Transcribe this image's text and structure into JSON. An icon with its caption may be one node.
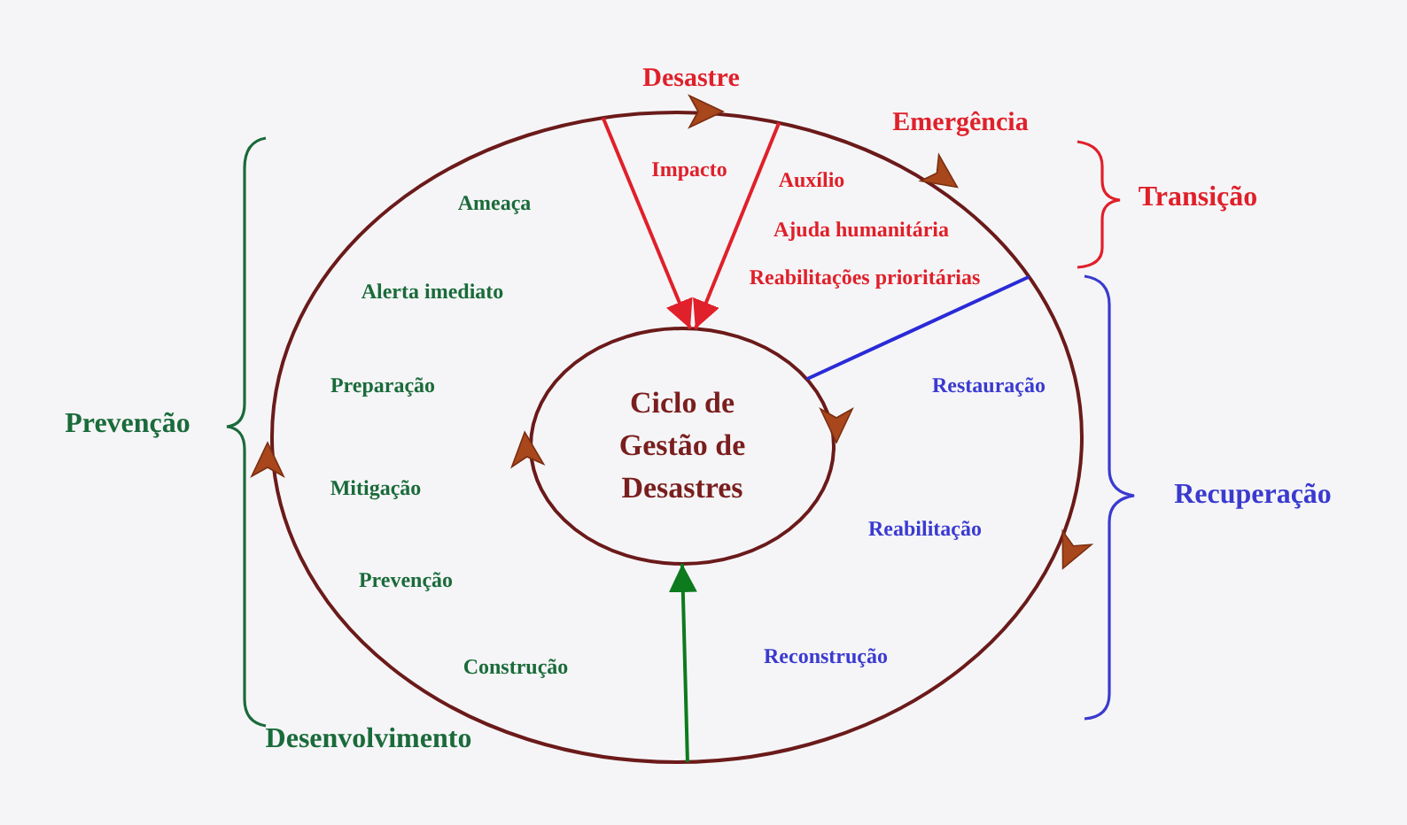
{
  "diagram": {
    "nodes": [
      {
        "text": [],
        "shape": "circle"
      },
      {
        "text": [
          "Ciclo de Gestão de Desastres"
        ],
        "in": 0
      }
    ],
    "edges": [
      {
        "from": 0,
        "to": 1,
        "arrow": "to",
        "color": "#e0202a"
      },
      {
        "from": 0,
        "to": 1,
        "arrow": "to",
        "color": "#e0202a"
      },
      {
        "from": 0,
        "to": 1,
        "arrow": "none",
        "color": "#2a2ad8"
      },
      {
        "from": 0,
        "to": 1,
        "arrow": "to",
        "color": "#0d7a1e"
      }
    ],
    "labels": [
      "Desastre",
      "Emergência",
      "Impacto",
      "Auxílio",
      "Ameaça",
      "Ajuda humanitária",
      "Transição",
      "Alerta imediato",
      "Reabilitações prioritárias",
      "Restauração",
      "Preparação",
      "Prevenção",
      "Recuperação",
      "Mitigação",
      "Reabilitação",
      "Prevenção",
      "Construção",
      "Reconstrução",
      "Desenvolvimento"
    ]
  }
}
